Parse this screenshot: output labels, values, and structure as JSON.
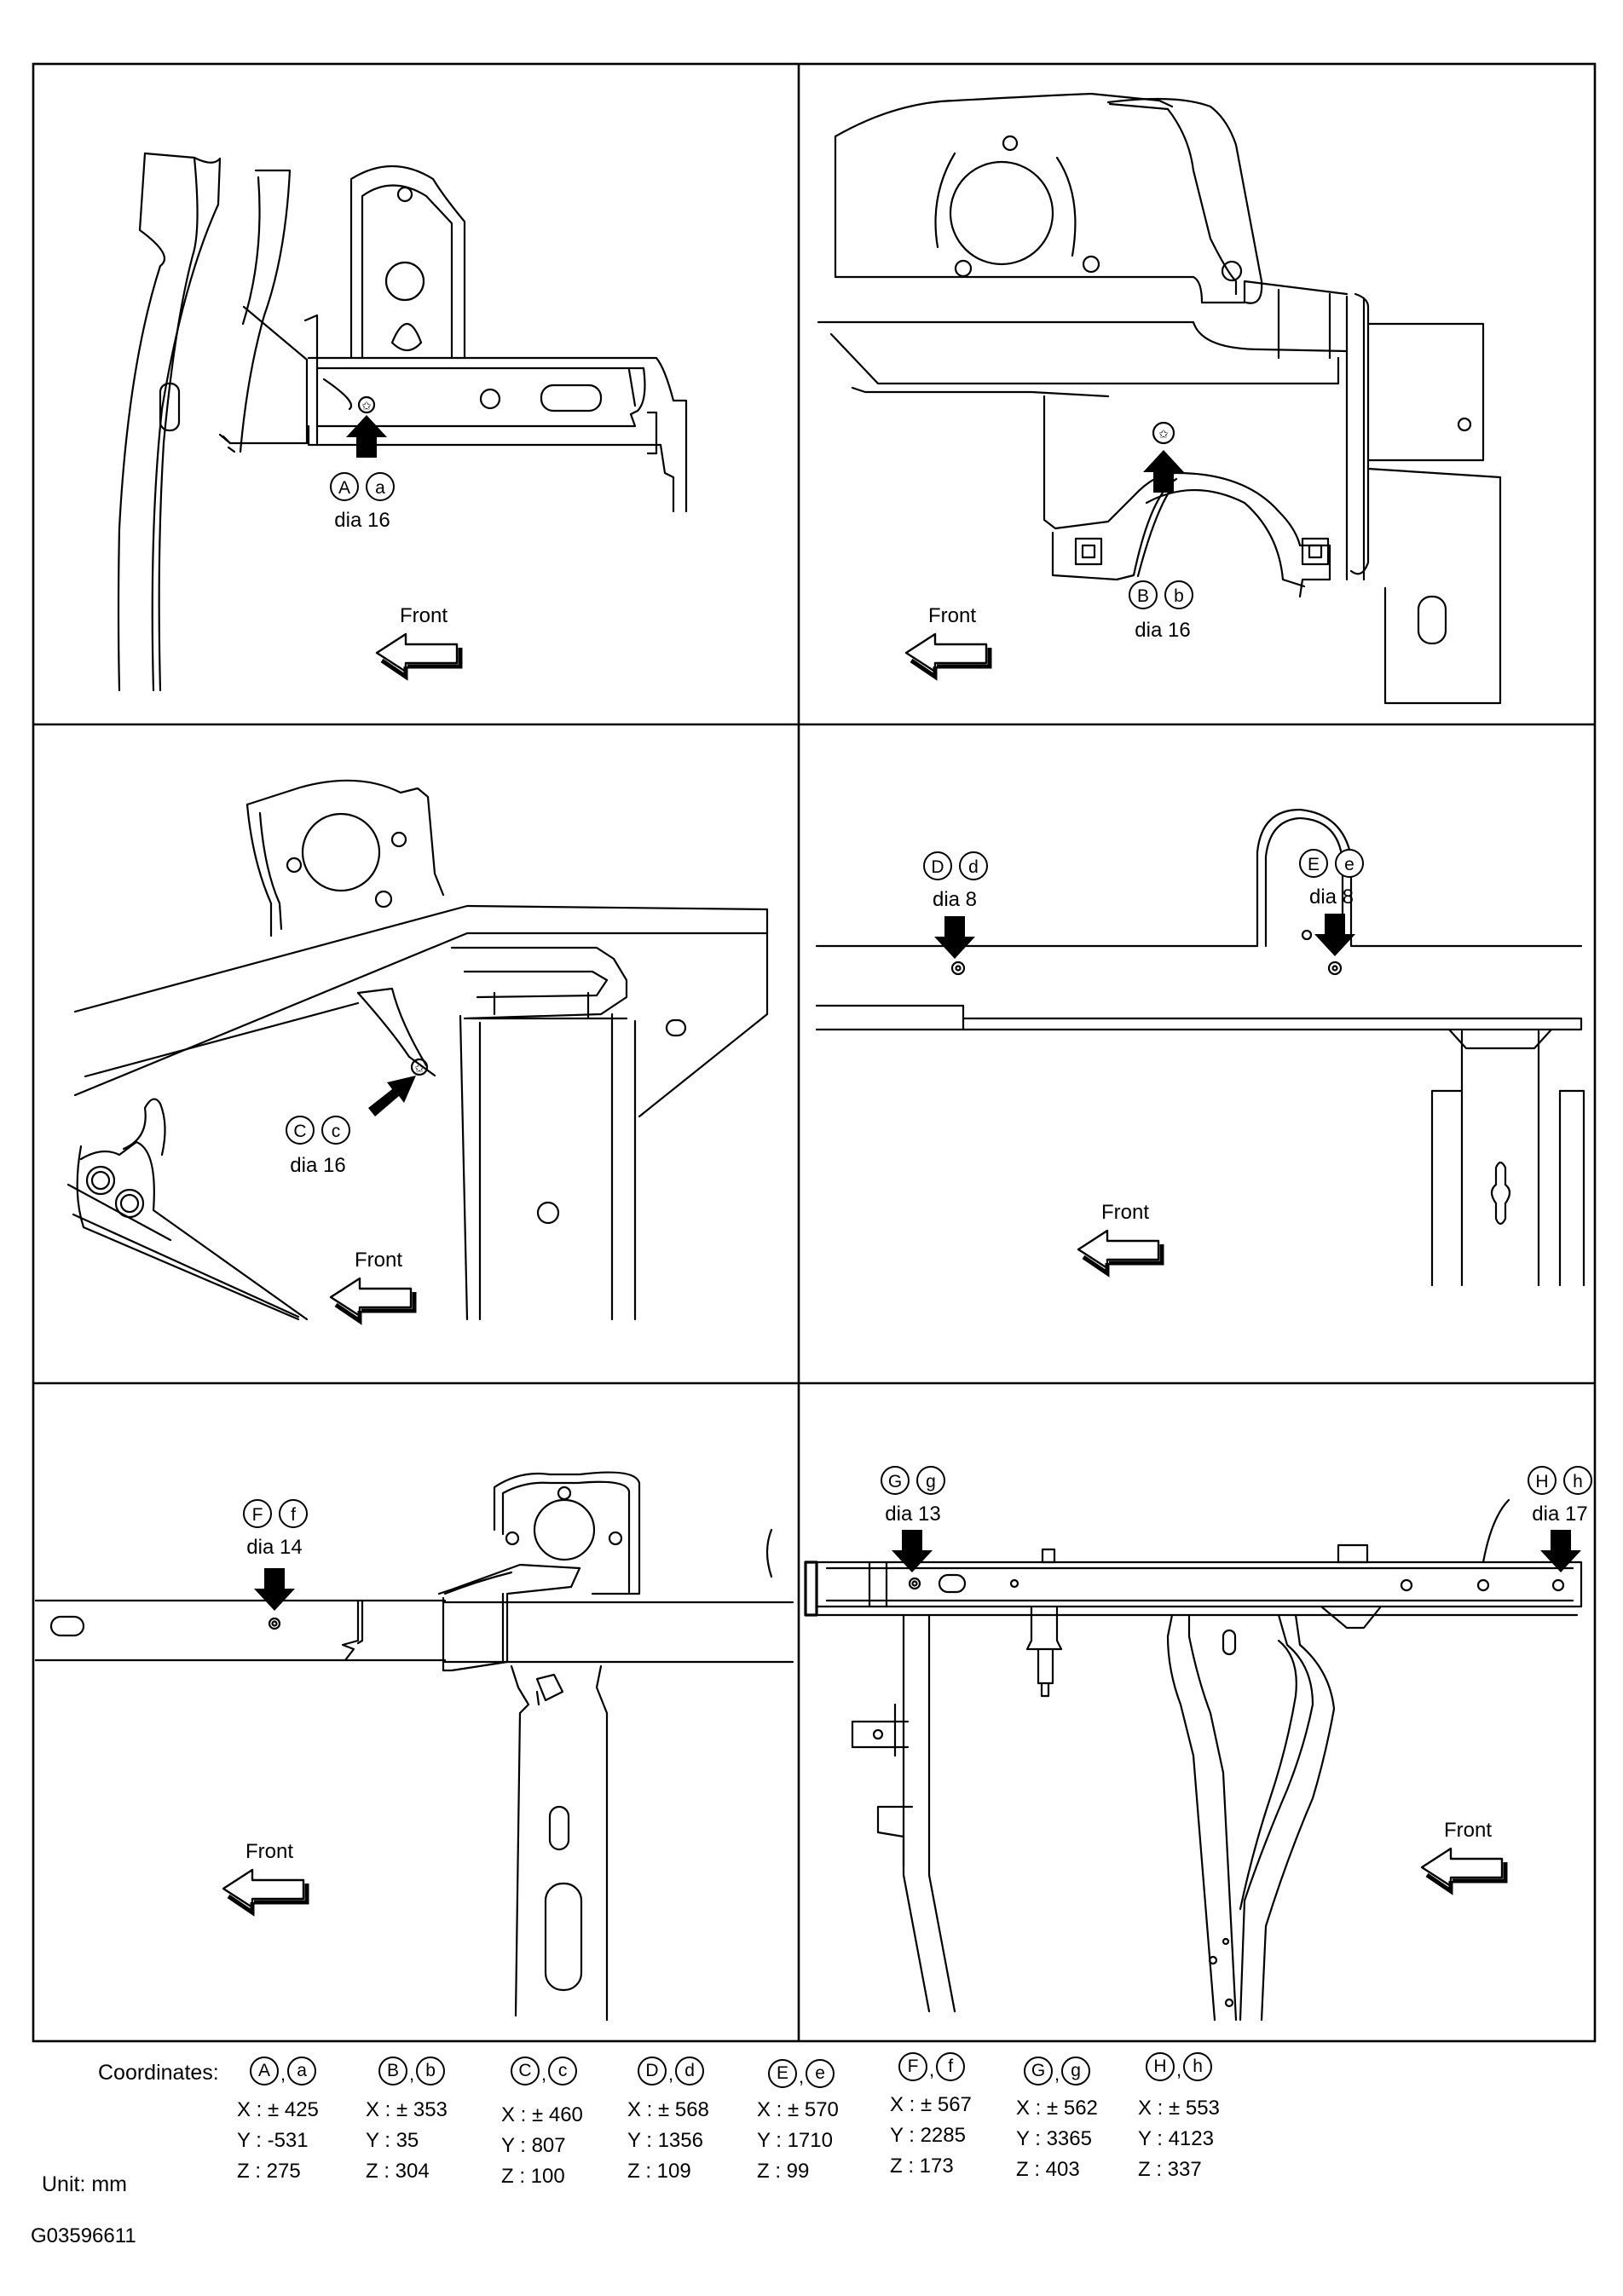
{
  "front_label": "Front",
  "panels": [
    {
      "letters": [
        "A",
        "a"
      ],
      "dia": "dia 16"
    },
    {
      "letters": [
        "B",
        "b"
      ],
      "dia": "dia 16"
    },
    {
      "letters": [
        "C",
        "c"
      ],
      "dia": "dia 16"
    },
    {
      "letters": [
        "D",
        "d"
      ],
      "dia": "dia 8"
    },
    {
      "letters": [
        "E",
        "e"
      ],
      "dia": "dia 8"
    },
    {
      "letters": [
        "F",
        "f"
      ],
      "dia": "dia 14"
    },
    {
      "letters": [
        "G",
        "g"
      ],
      "dia": "dia 13"
    },
    {
      "letters": [
        "H",
        "h"
      ],
      "dia": "dia 17"
    }
  ],
  "coordinates_title": "Coordinates:",
  "coordinates": [
    {
      "letters": [
        "A",
        "a"
      ],
      "x": "X : ± 425",
      "y": "Y : -531",
      "z": "Z : 275"
    },
    {
      "letters": [
        "B",
        "b"
      ],
      "x": "X : ± 353",
      "y": "Y : 35",
      "z": "Z : 304"
    },
    {
      "letters": [
        "C",
        "c"
      ],
      "x": "X : ± 460",
      "y": "Y : 807",
      "z": "Z : 100"
    },
    {
      "letters": [
        "D",
        "d"
      ],
      "x": "X : ± 568",
      "y": "Y : 1356",
      "z": "Z : 109"
    },
    {
      "letters": [
        "E",
        "e"
      ],
      "x": "X : ± 570",
      "y": "Y : 1710",
      "z": "Z : 99"
    },
    {
      "letters": [
        "F",
        "f"
      ],
      "x": "X : ± 567",
      "y": "Y : 2285",
      "z": "Z : 173"
    },
    {
      "letters": [
        "G",
        "g"
      ],
      "x": "X : ± 562",
      "y": "Y : 3365",
      "z": "Z : 403"
    },
    {
      "letters": [
        "H",
        "h"
      ],
      "x": "X : ± 553",
      "y": "Y : 4123",
      "z": "Z : 337"
    }
  ],
  "unit": "Unit: mm",
  "figure_id": "G03596611"
}
